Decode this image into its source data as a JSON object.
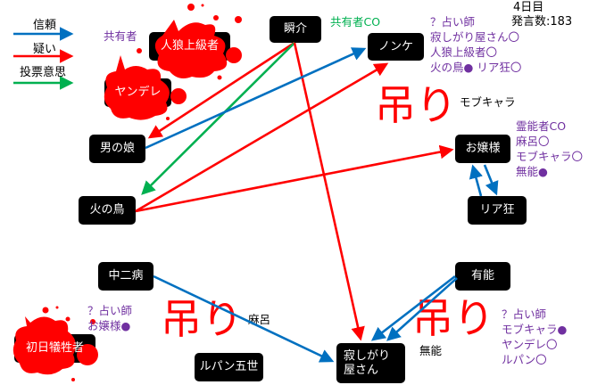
{
  "legend": {
    "trust": "信頼",
    "doubt": "疑い",
    "vote_intent": "投票意思"
  },
  "colors": {
    "trust": "#0070c0",
    "doubt": "#ff0000",
    "vote": "#00b050",
    "note": "#7030a0",
    "blood": "#ff0000"
  },
  "status": {
    "day": "4日目",
    "message_count": "発言数:183"
  },
  "nodes": {
    "jinro_jokyu": "人狼上級者",
    "yandere": "ヤンデレ",
    "shunsuke": "瞬介",
    "nonke": "ノンケ",
    "otokonoko": "男の娘",
    "ojousama": "お嬢様",
    "hinotori": "火の鳥",
    "riakyo": "リア狂",
    "chuunibyou": "中二病",
    "yuunou": "有能",
    "shonichi": "初日犠牲者",
    "lupin": "ルパン五世",
    "sabishigari": "寂しがり屋さん"
  },
  "notes": {
    "kyouyuusha": "共有者",
    "kyouyuusha_co": "共有者CO",
    "nonke_seer": [
      "？占い師",
      "寂しがり屋さん〇",
      "人狼上級者〇",
      "火の鳥● リア狂〇"
    ],
    "nonke_hang_label": "吊り",
    "nonke_hanged": "モブキャラ",
    "ojou_medium": [
      "霊能者CO",
      "麻呂〇",
      "モブキャラ〇",
      "無能●"
    ],
    "bl_seer": [
      "？占い師",
      "お嬢様●"
    ],
    "bl_hang_label": "吊り",
    "bl_hanged": "麻呂",
    "br_seer": [
      "？占い師",
      "モブキャラ●",
      "ヤンデレ〇",
      "ルパン〇"
    ],
    "br_hang_label": "吊り",
    "br_hanged": "無能"
  }
}
